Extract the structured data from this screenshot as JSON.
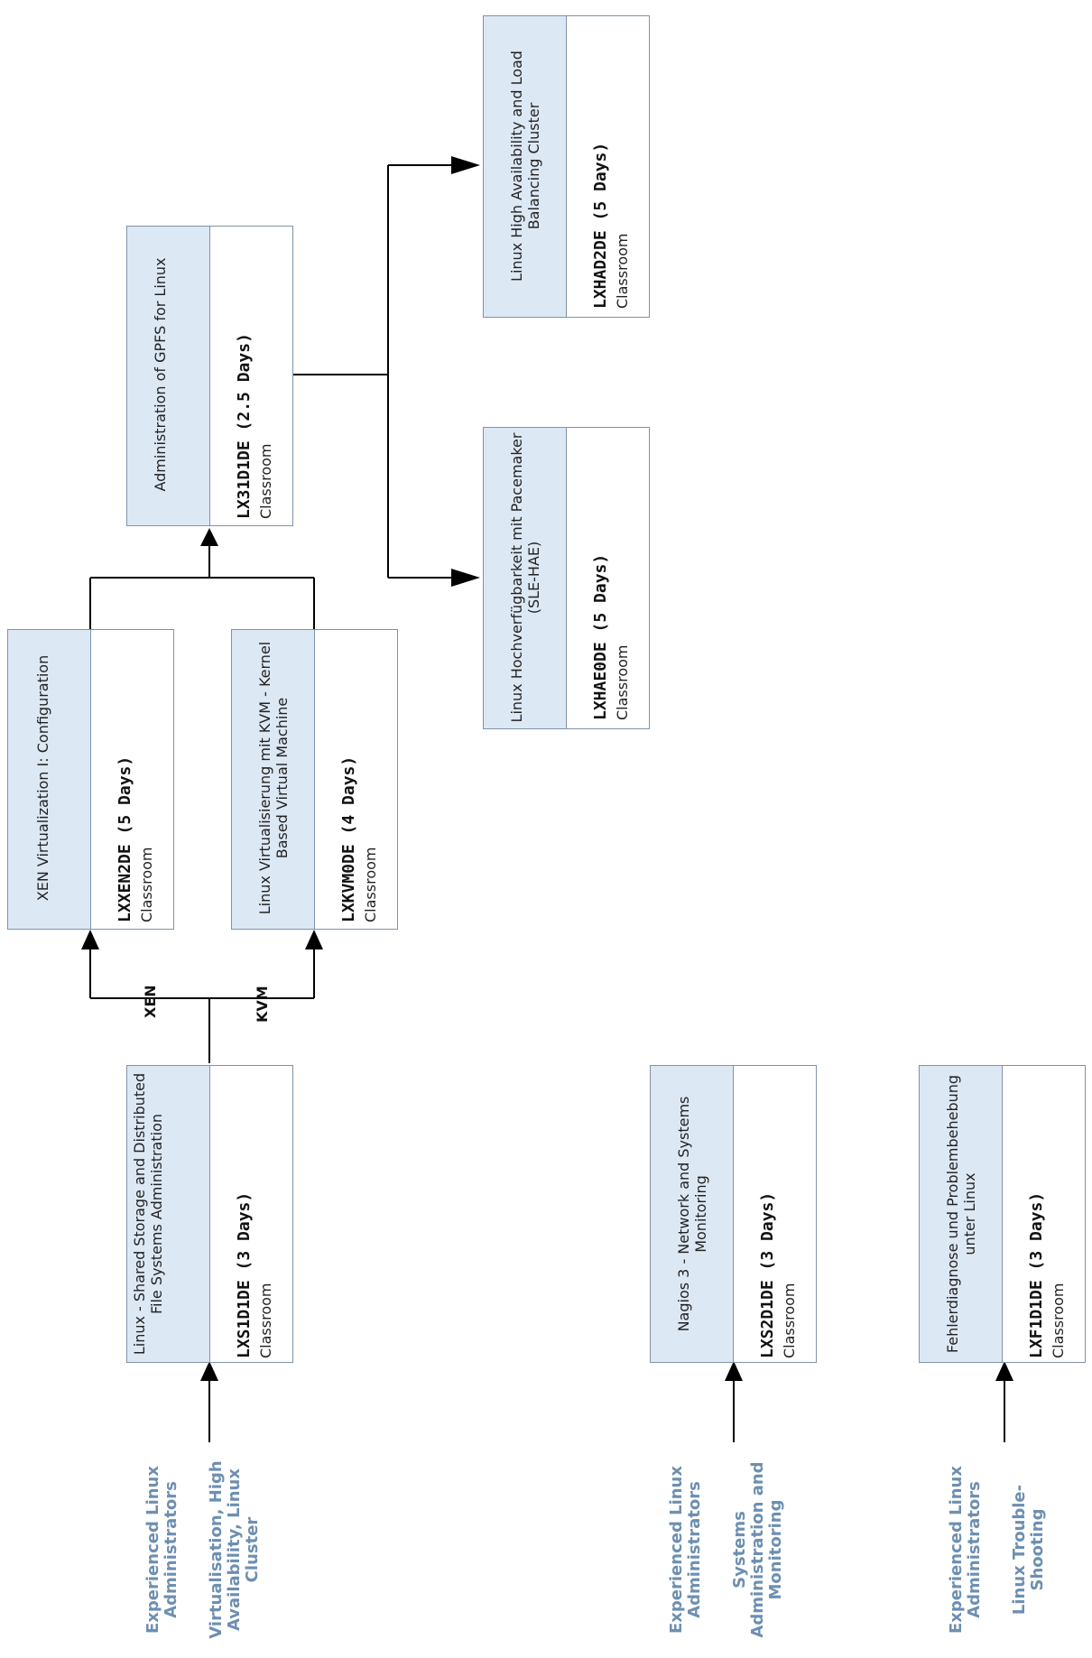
{
  "courses": {
    "lxs1d1de": {
      "title": "Linux - Shared Storage and Distributed File Systems Administration",
      "code": "LXS1D1DE (3 Days)",
      "type": "Classroom"
    },
    "lxxen2de": {
      "title": "XEN Virtualization I: Configuration",
      "code": "LXXEN2DE (5 Days)",
      "type": "Classroom"
    },
    "lxkvm0de": {
      "title": "Linux Virtualisierung mit KVM - Kernel Based Virtual Machine",
      "code": "LXKVM0DE (4 Days)",
      "type": "Classroom"
    },
    "lx31d1de": {
      "title": "Administration of GPFS for Linux",
      "code": "LX31D1DE (2.5 Days)",
      "type": "Classroom"
    },
    "lxhae0de": {
      "title": "Linux Hochverfügbarkeit mit Pacemaker (SLE-HAE)",
      "code": "LXHAE0DE (5 Days)",
      "type": "Classroom"
    },
    "lxhad2de": {
      "title": "Linux High Availability and Load Balancing Cluster",
      "code": "LXHAD2DE (5 Days)",
      "type": "Classroom"
    },
    "lxs2d1de": {
      "title": "Nagios 3 - Network and Systems Monitoring",
      "code": "LXS2D1DE (3 Days)",
      "type": "Classroom"
    },
    "lxf1d1de": {
      "title": "Fehlerdiagnose und Problembehebung unter Linux",
      "code": "LXF1D1DE (3 Days)",
      "type": "Classroom"
    }
  },
  "branches": {
    "xen": "XEN",
    "kvm": "KVM"
  },
  "tracks": [
    {
      "audience": "Experienced Linux Administrators",
      "topic": "Virtualisation, High Availability, Linux Cluster"
    },
    {
      "audience": "Experienced Linux Administrators",
      "topic": "Systems Administration and Monitoring"
    },
    {
      "audience": "Experienced Linux Administrators",
      "topic": "Linux Trouble-Shooting"
    }
  ],
  "colors": {
    "title_fill": "#dde8f5",
    "border": "#7f93a8",
    "audience_text": "#6d8fb1",
    "connector": "#000000"
  }
}
